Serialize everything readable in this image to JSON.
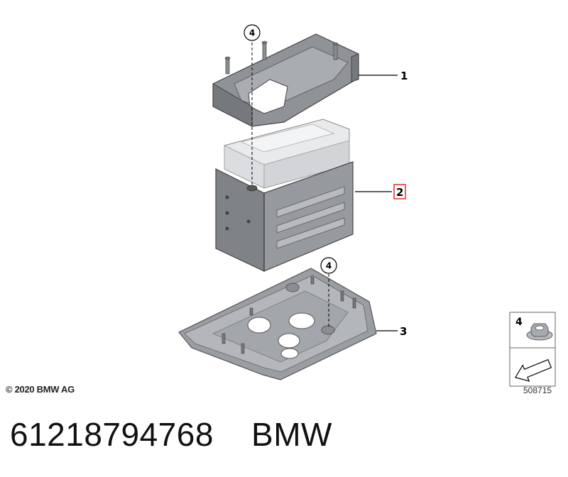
{
  "callouts": [
    {
      "label": "1",
      "highlighted": false
    },
    {
      "label": "2",
      "highlighted": true
    },
    {
      "label": "3",
      "highlighted": false
    }
  ],
  "circle_callouts": [
    "4",
    "4"
  ],
  "legend": {
    "item_number": "4",
    "item_icon": "flange-nut-icon",
    "arrow_icon": "direction-arrow-icon"
  },
  "copyright": "© 2020 BMW AG",
  "diagram_id": "508715",
  "part_title": "61218794768    BMW",
  "colors": {
    "highlight_border": "#e0302a",
    "metal": "#8f9297",
    "metal_dark": "#6e7176",
    "metal_light": "#b9bcc1",
    "battery_white": "#e9eaec"
  }
}
